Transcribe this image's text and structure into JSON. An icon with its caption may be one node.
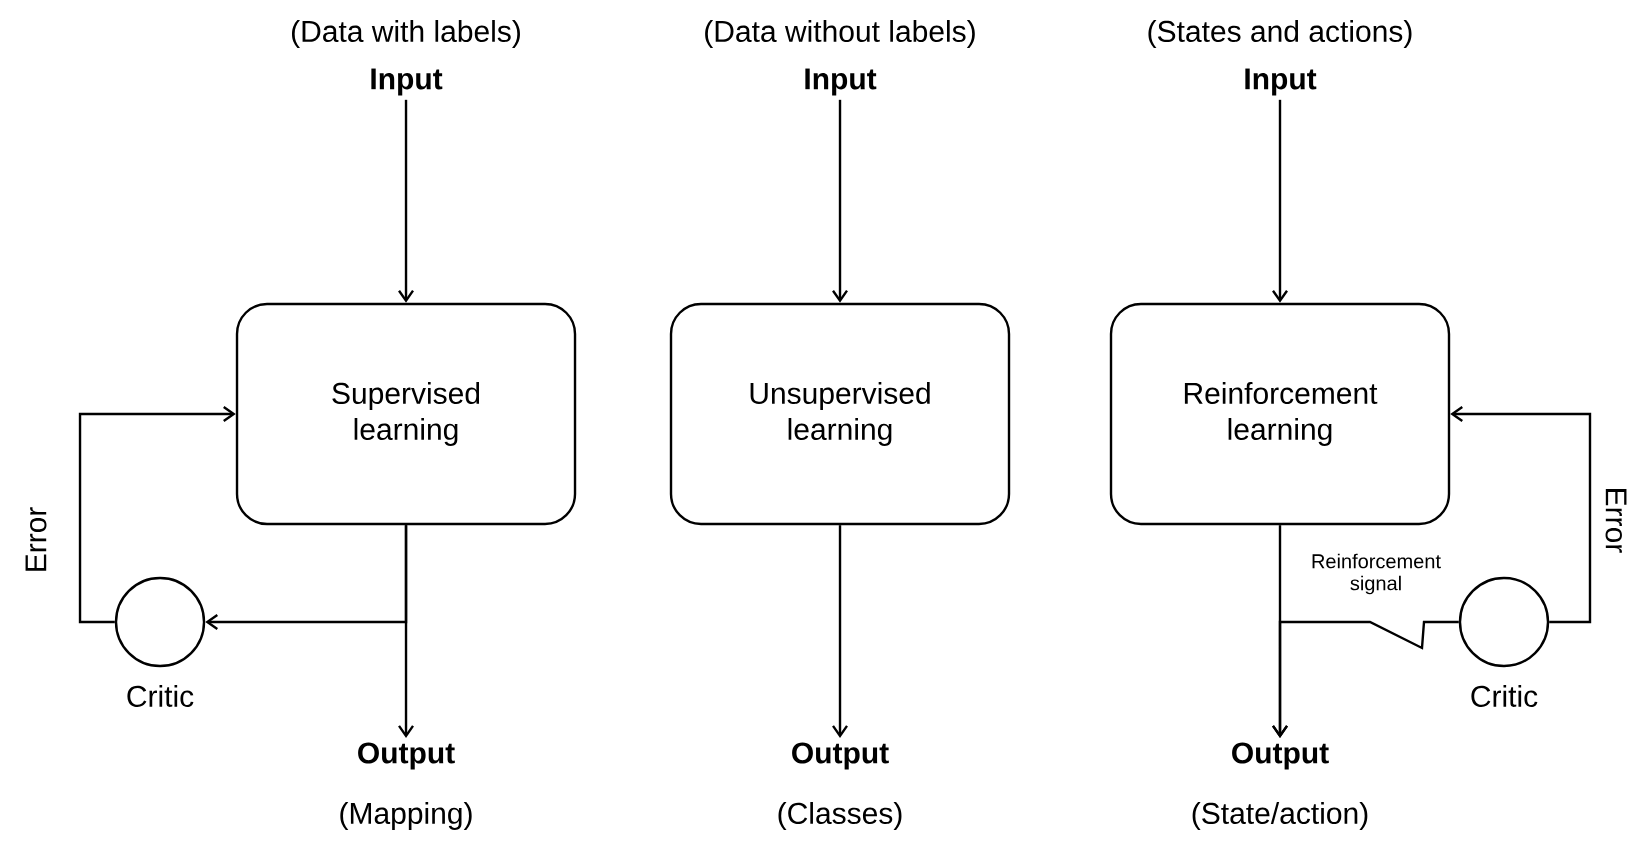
{
  "diagram": {
    "nodes": [
      {
        "text": [
          "Input"
        ],
        "beside": [
          "(Data with labels)"
        ]
      },
      {
        "text": [
          "Supervised learning"
        ]
      },
      {
        "text": [
          "Output"
        ],
        "beside": [
          "(Mapping)"
        ]
      },
      {
        "text": [],
        "shape": "circle",
        "beside": [
          "Critic"
        ]
      },
      {
        "text": [
          "Input"
        ],
        "beside": [
          "(Data without labels)"
        ]
      },
      {
        "text": [
          "Unsupervised learning"
        ]
      },
      {
        "text": [
          "Output"
        ],
        "beside": [
          "(Classes)"
        ]
      },
      {
        "text": [
          "Input"
        ],
        "beside": [
          "(States and actions)"
        ]
      },
      {
        "text": [
          "Reinforcement learning"
        ]
      },
      {
        "text": [
          "Output"
        ],
        "beside": [
          "(State/action)"
        ]
      },
      {
        "text": [],
        "shape": "circle",
        "beside": [
          "Critic"
        ]
      }
    ],
    "edges": [
      {
        "from": 0,
        "to": 1,
        "arrow": "to"
      },
      {
        "from": 1,
        "to": 2,
        "arrow": "to"
      },
      {
        "from": 1,
        "to": 3,
        "arrow": "to"
      },
      {
        "from": 3,
        "to": 1,
        "arrow": "to",
        "label": "Error"
      },
      {
        "from": 4,
        "to": 5,
        "arrow": "to"
      },
      {
        "from": 5,
        "to": 6,
        "arrow": "to"
      },
      {
        "from": 7,
        "to": 8,
        "arrow": "to"
      },
      {
        "from": 8,
        "to": 9,
        "arrow": "to"
      },
      {
        "from": 10,
        "to": 9,
        "arrow": "to",
        "label": "Reinforcement signal"
      },
      {
        "from": 10,
        "to": 8,
        "arrow": "to",
        "label": "Error"
      }
    ]
  }
}
